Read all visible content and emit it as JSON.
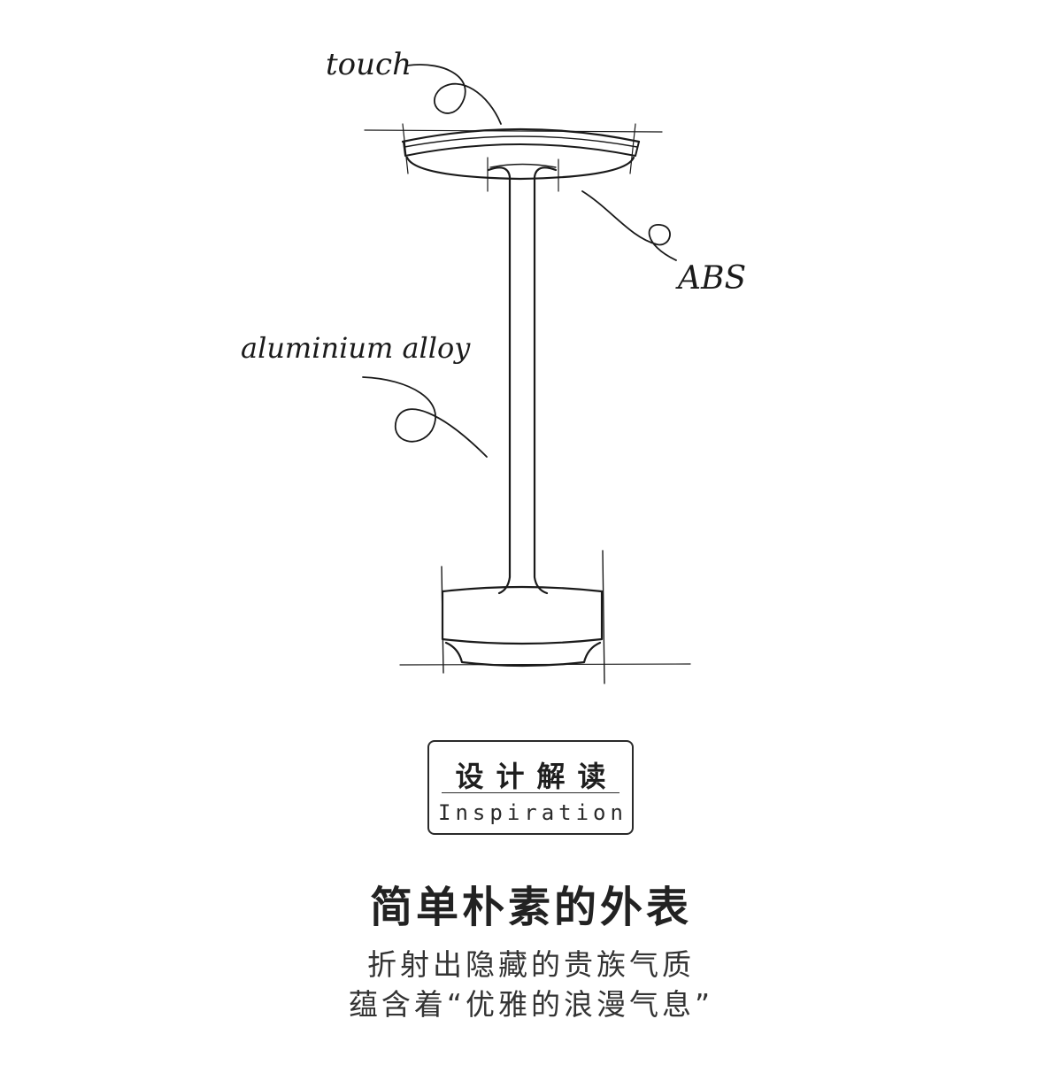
{
  "callouts": {
    "touch": "touch",
    "abs": "ABS",
    "aluminium": "aluminium alloy"
  },
  "badge": {
    "title_cn": "设计解读",
    "title_en": "Inspiration"
  },
  "headline": "简单朴素的外表",
  "description": {
    "line1": "折射出隐藏的贵族气质",
    "line2": "蕴含着“优雅的浪漫气息”"
  }
}
